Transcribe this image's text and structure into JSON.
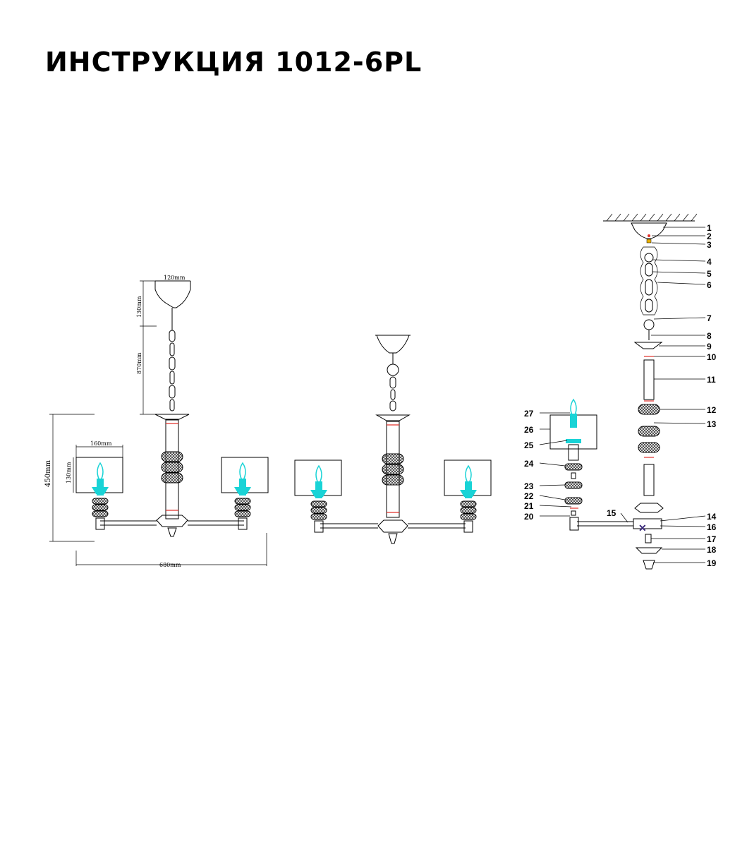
{
  "document": {
    "title": "ИНСТРУКЦИЯ 1012-6PL"
  },
  "dimensions": {
    "canopy_width": "120mm",
    "canopy_height": "130mm",
    "chain_length": "870mm",
    "total_height": "450mm",
    "shade_width": "160mm",
    "shade_height": "130mm",
    "total_width": "680mm"
  },
  "parts": [
    "1",
    "2",
    "3",
    "4",
    "5",
    "6",
    "7",
    "8",
    "9",
    "10",
    "11",
    "12",
    "13",
    "14",
    "15",
    "16",
    "17",
    "18",
    "19",
    "20",
    "21",
    "22",
    "23",
    "24",
    "25",
    "26",
    "27"
  ],
  "colors": {
    "line": "#000000",
    "bulb": "#19d3d6",
    "accent": "#e0302a",
    "mesh": "#444444",
    "cross": "#3a2a7a"
  }
}
